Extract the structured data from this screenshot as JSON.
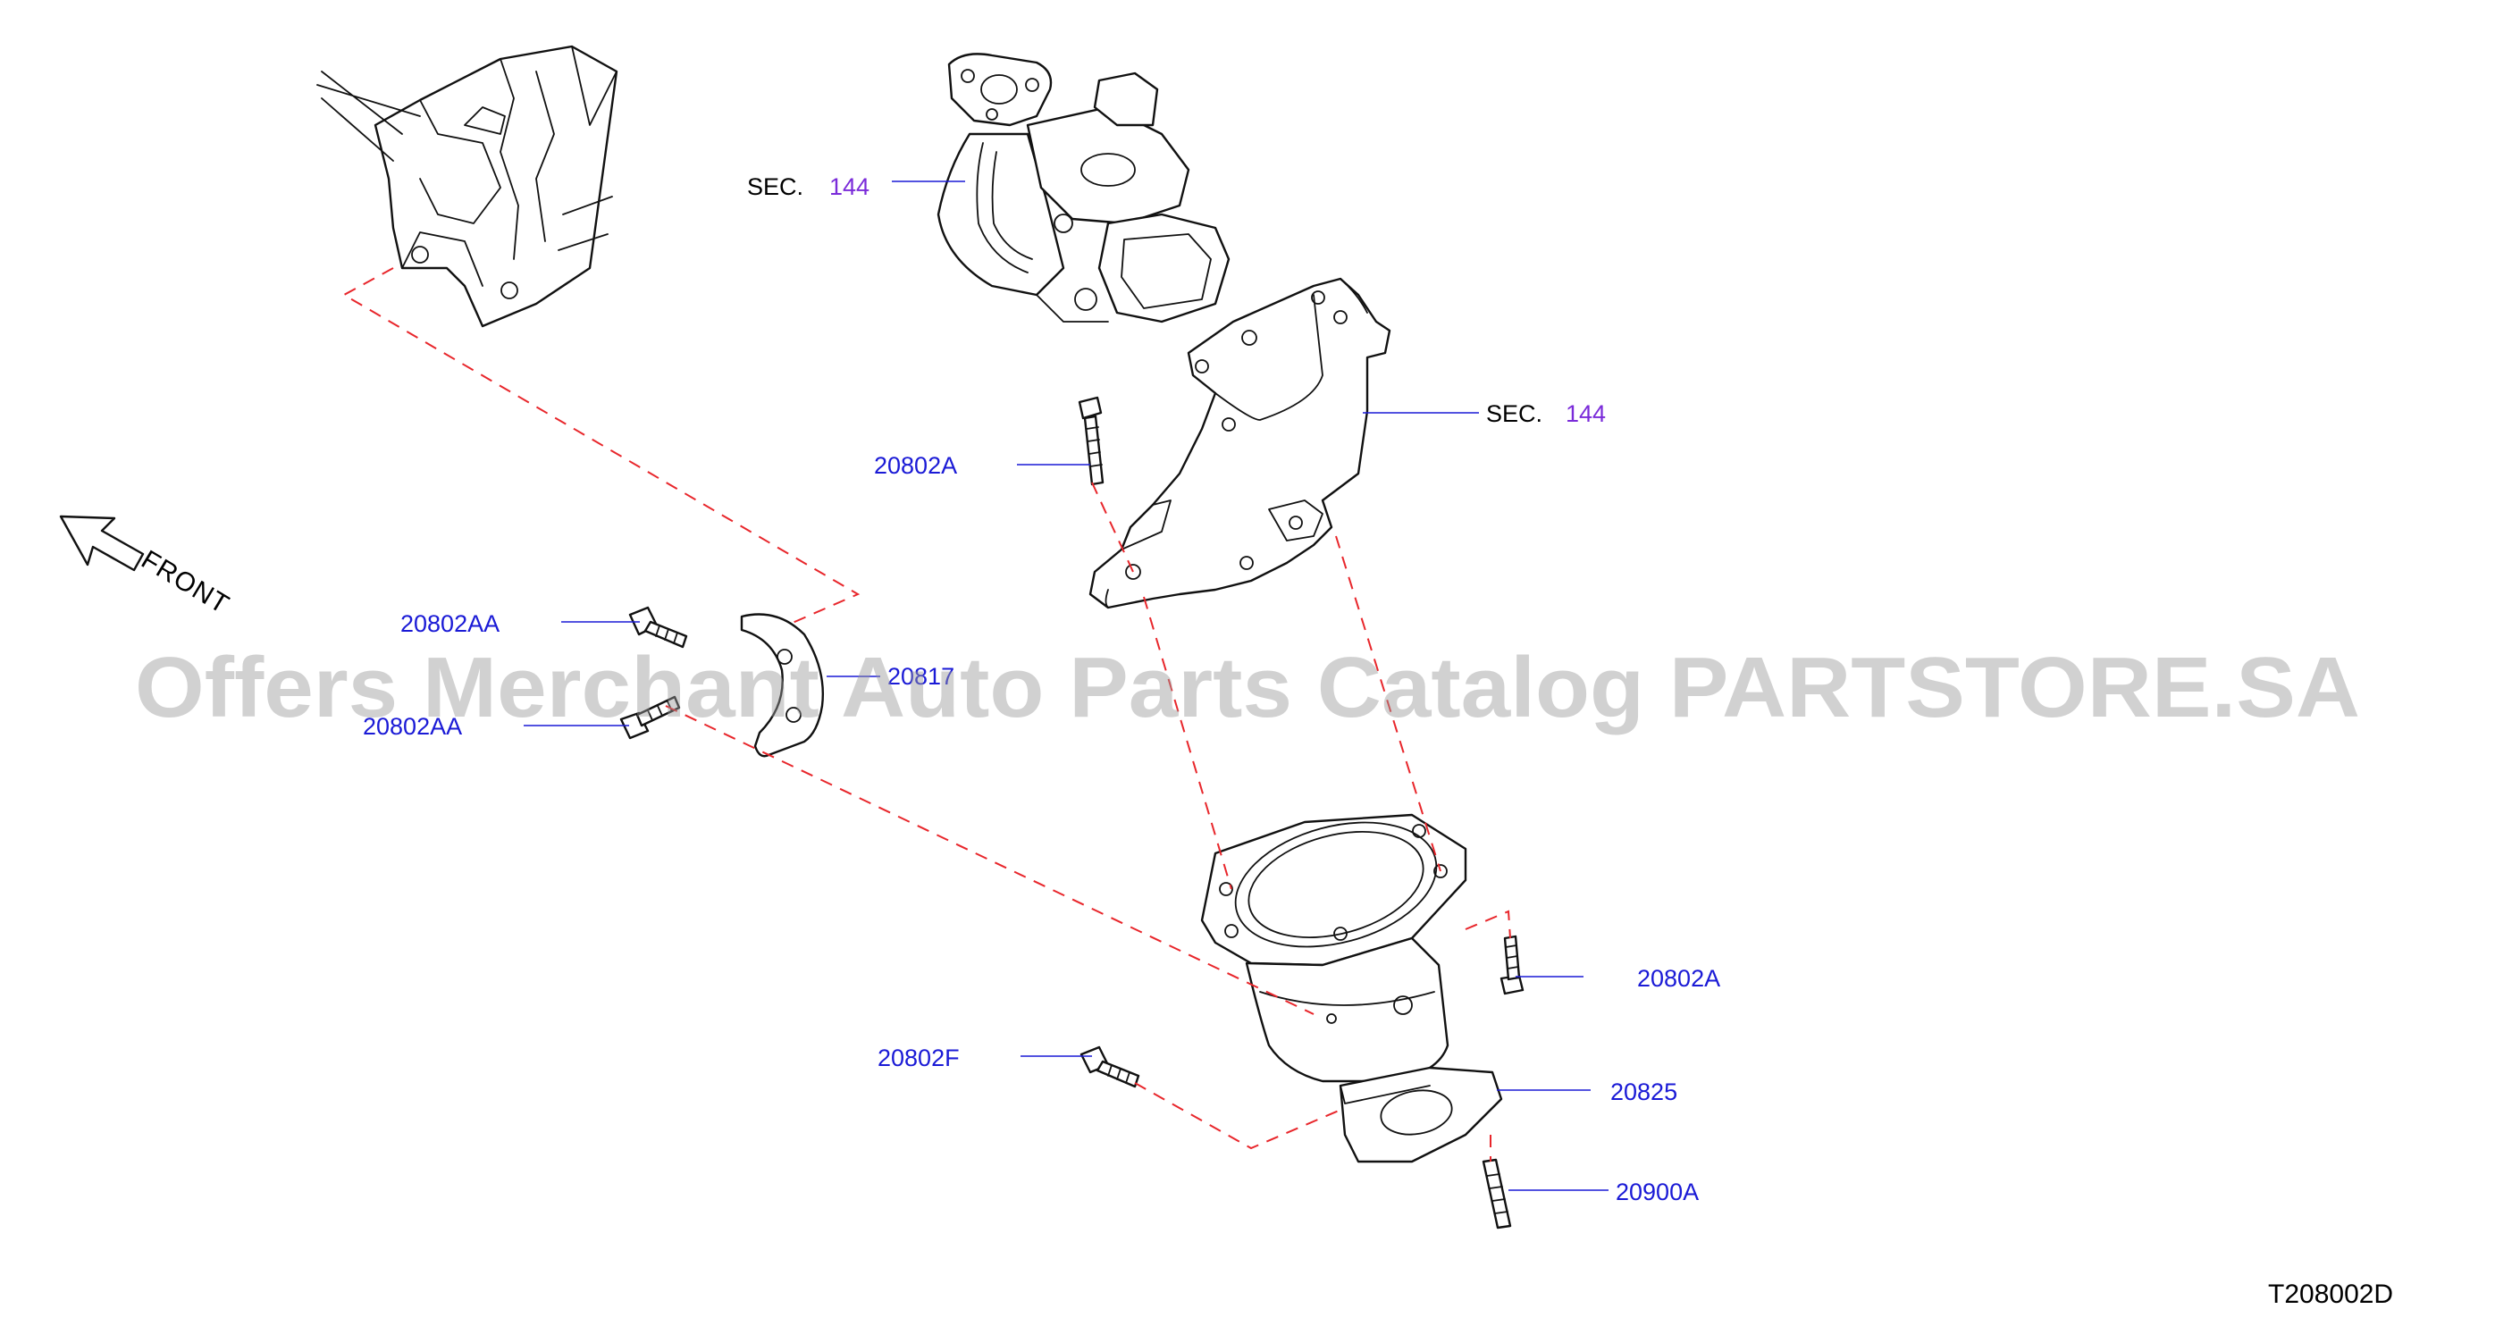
{
  "sec_refs": [
    {
      "prefix": "SEC.",
      "number": "144"
    },
    {
      "prefix": "SEC.",
      "number": "144"
    }
  ],
  "part_labels": {
    "bolt_manifold": "20802A",
    "bolt_bracket_upper": "20802AA",
    "bolt_bracket_lower": "20802AA",
    "bracket": "20817",
    "bolt_converter_right": "20802A",
    "bolt_converter_left": "20802F",
    "converter": "20825",
    "stud": "20900A"
  },
  "front_label": "FRONT",
  "diagram_code": "T208002D",
  "watermark": "Offers Merchant Auto Parts Catalog PARTSTORE.SA",
  "colors": {
    "part_label": "#1a1ad6",
    "sec_number": "#7a2bd9",
    "dashed_line": "#e8262b",
    "watermark": "#9a9a9a"
  }
}
